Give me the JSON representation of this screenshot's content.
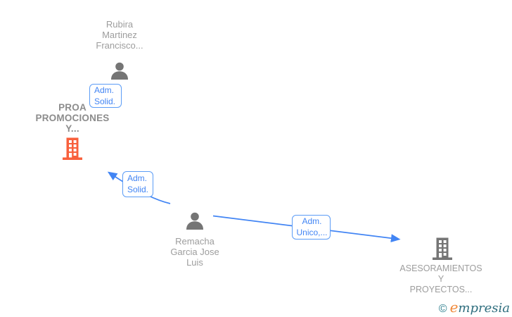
{
  "diagram": {
    "nodes": {
      "rubira": {
        "type": "person",
        "name_lines": [
          "Rubira",
          "Martinez",
          "Francisco..."
        ]
      },
      "proa": {
        "type": "company",
        "name_lines": [
          "PROA",
          "PROMOCIONES",
          "Y..."
        ]
      },
      "remacha": {
        "type": "person",
        "name_lines": [
          "Remacha",
          "Garcia Jose",
          "Luis"
        ]
      },
      "asesoramientos": {
        "type": "company",
        "name_lines": [
          "ASESORAMIENTOS",
          "Y",
          "PROYECTOS..."
        ]
      }
    },
    "edges": {
      "rubira_proa": {
        "label_lines": [
          "Adm.",
          "Solid."
        ]
      },
      "remacha_proa": {
        "label_lines": [
          "Adm.",
          "Solid."
        ]
      },
      "remacha_asesoramientos": {
        "label_lines": [
          "Adm.",
          "Unico,..."
        ]
      }
    }
  },
  "footer": {
    "copyright_symbol": "©",
    "brand_first_letter": "e",
    "brand_rest": "mpresia"
  },
  "colors": {
    "edge_blue": "#4285F4",
    "icon_gray": "#757575",
    "company_orange": "#F8603C",
    "text_gray": "#9D9D9D",
    "brand_teal": "#2F6E7E",
    "brand_orange": "#F08A3C"
  }
}
